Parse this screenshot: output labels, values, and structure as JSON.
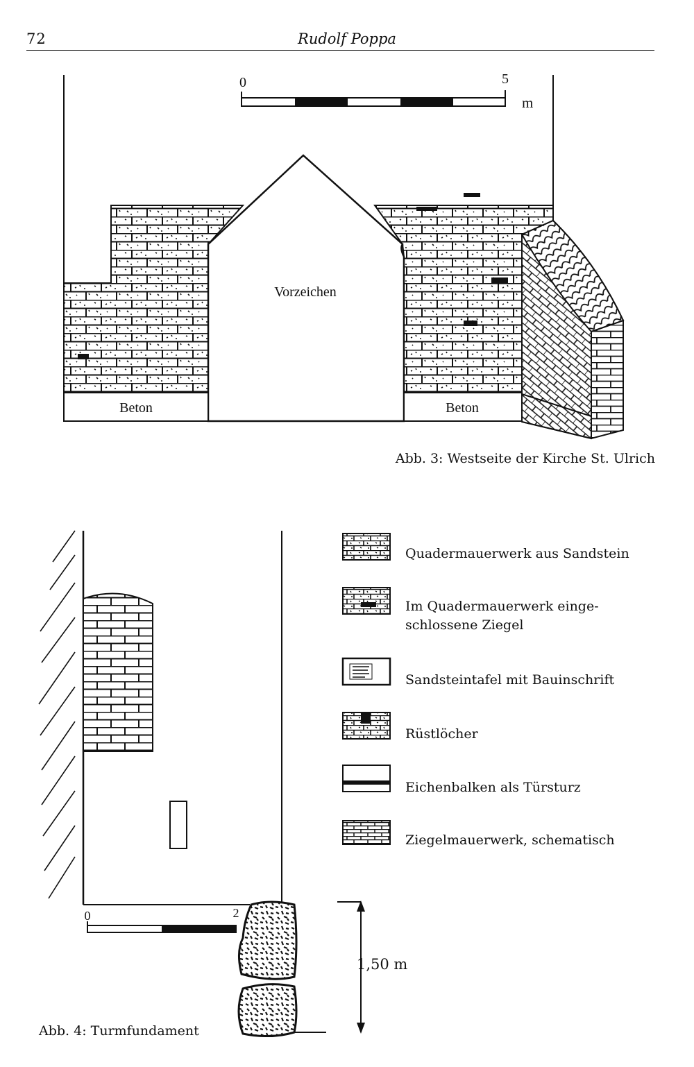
{
  "header": {
    "page_number": "72",
    "author": "Rudolf Poppa"
  },
  "figure3": {
    "caption": "Abb. 3: Westseite der Kirche St. Ulrich",
    "scale": {
      "start": "0",
      "end": "5",
      "unit": "m"
    },
    "labels": {
      "porch": "Vorzeichen",
      "concrete_left": "Beton",
      "concrete_right": "Beton"
    }
  },
  "figure4": {
    "caption": "Abb. 4: Turmfundament",
    "scale": {
      "start": "0",
      "end": "2"
    },
    "height_label": "1,50 m"
  },
  "legend": {
    "items": [
      {
        "label_lines": [
          "Quadermauerwerk aus Sandstein"
        ]
      },
      {
        "label_lines": [
          "Im Quadermauerwerk einge-",
          "schlossene Ziegel"
        ]
      },
      {
        "label_lines": [
          "Sandsteintafel mit Bauinschrift"
        ]
      },
      {
        "label_lines": [
          "Rüstlöcher"
        ]
      },
      {
        "label_lines": [
          "Eichenbalken als Türsturz"
        ]
      },
      {
        "label_lines": [
          "Ziegelmauerwerk, schematisch"
        ]
      }
    ]
  }
}
